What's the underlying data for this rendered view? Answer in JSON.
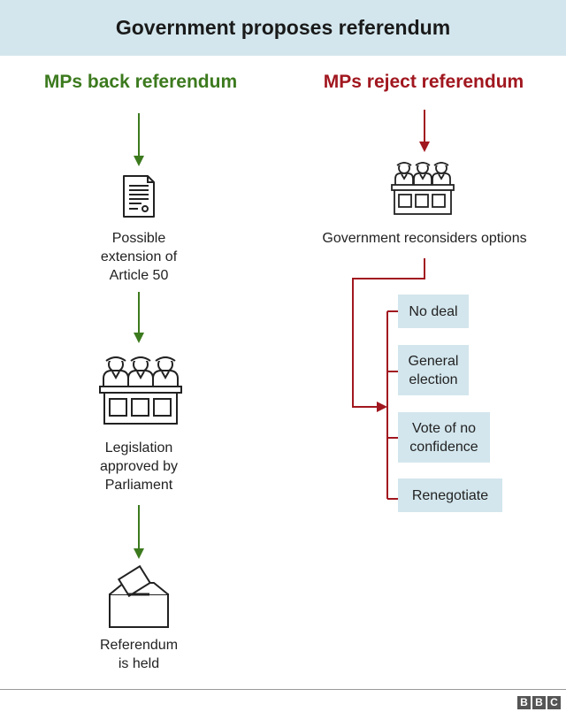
{
  "header": {
    "title": "Government proposes referendum"
  },
  "left": {
    "title": "MPs back referendum",
    "color": "#3c7a1e",
    "step1": [
      "Possible",
      "extension of",
      "Article 50"
    ],
    "step2": [
      "Legislation",
      "approved by",
      "Parliament"
    ],
    "step3": [
      "Referendum",
      "is held"
    ]
  },
  "right": {
    "title": "MPs reject referendum",
    "color": "#a1171f",
    "step1": "Government reconsiders options",
    "options": [
      [
        "No deal"
      ],
      [
        "General",
        "election"
      ],
      [
        "Vote of no",
        "confidence"
      ],
      [
        "Renegotiate"
      ]
    ]
  },
  "colors": {
    "header_bg": "#d3e6ed",
    "option_bg": "#d3e6ed",
    "icon_stroke": "#222222"
  },
  "icons": [
    "document-icon",
    "parliament-icon",
    "ballot-box-icon"
  ],
  "footer": {
    "logo": [
      "B",
      "B",
      "C"
    ]
  }
}
